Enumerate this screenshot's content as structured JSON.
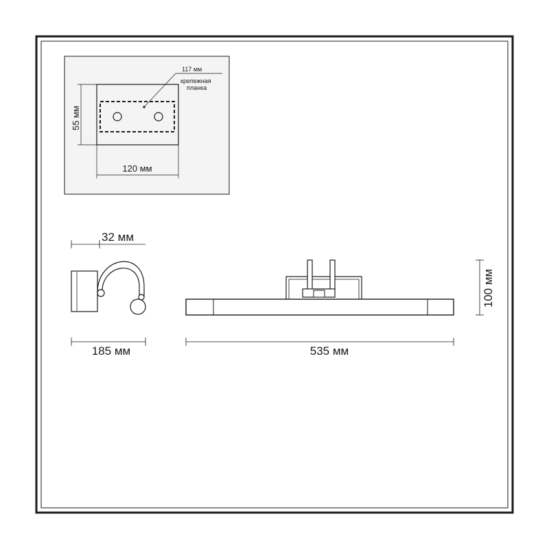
{
  "mount_plate": {
    "plate_width": "117 мм",
    "plate_caption_line1": "крепежная",
    "plate_caption_line2": "планка",
    "base_height": "55 мм",
    "base_width": "120 мм"
  },
  "side_view": {
    "arm_depth": "32 мм",
    "total_depth": "185 мм"
  },
  "front_view": {
    "height": "100 мм",
    "width": "535 мм"
  },
  "colors": {
    "line": "#1a1a1a",
    "inset_background": "#f4f4f4"
  }
}
